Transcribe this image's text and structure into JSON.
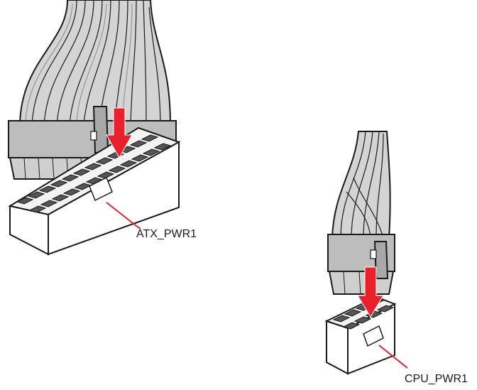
{
  "diagram": {
    "connectors": [
      {
        "id": "atx",
        "label": "ATX_PWR1",
        "pin_count": 24
      },
      {
        "id": "cpu",
        "label": "CPU_PWR1",
        "pin_count": 8
      }
    ],
    "colors": {
      "arrow": "#e8212a",
      "leader_line": "#e8212a",
      "plug": "#bfbfbf",
      "cable": "#d0d0d0",
      "header": "#ffffff",
      "outline": "#1a1a1a",
      "pin": "#555555"
    }
  }
}
